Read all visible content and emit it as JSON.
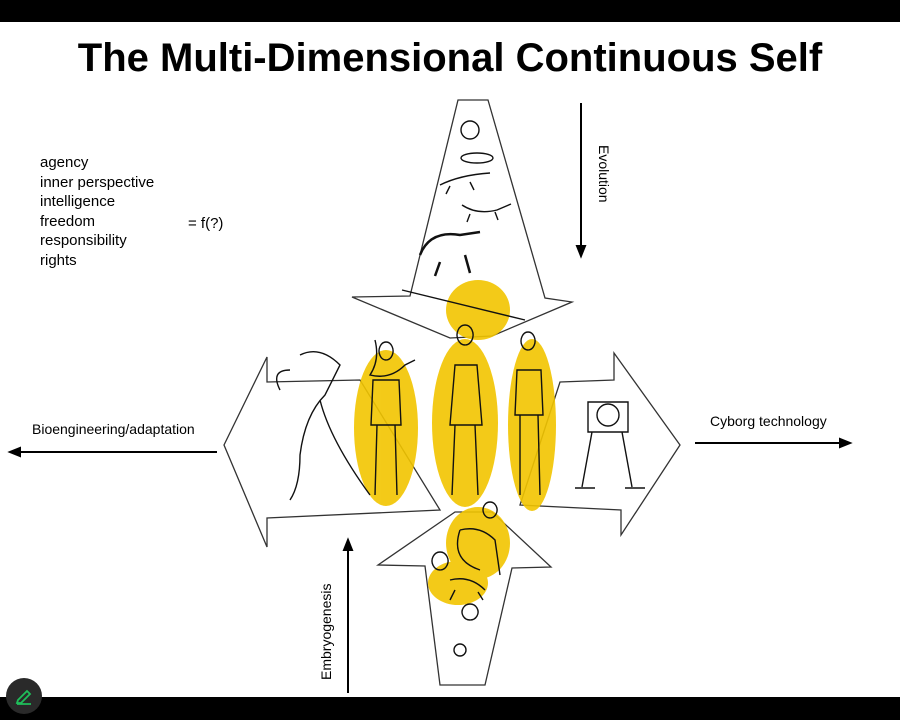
{
  "slide": {
    "title": "The Multi-Dimensional Continuous Self",
    "properties": [
      "agency",
      "inner perspective",
      "intelligence",
      "freedom",
      "responsibility",
      "rights"
    ],
    "function_label": "= f(?)",
    "axes": {
      "evolution": "Evolution",
      "embryogenesis": "Embryogenesis",
      "bioengineering": "Bioengineering/adaptation",
      "cyborg": "Cyborg technology"
    }
  },
  "colors": {
    "highlight": "#f2c500",
    "background": "#ffffff",
    "edit_icon": "#1fbf5a"
  },
  "icons": {
    "edit": "pencil-icon"
  }
}
